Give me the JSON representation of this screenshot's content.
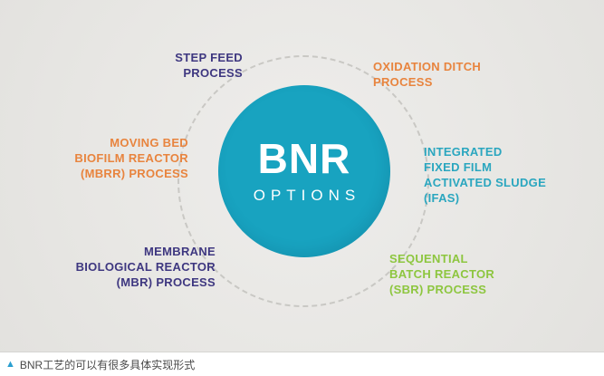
{
  "center": {
    "title": "BNR",
    "subtitle": "OPTIONS",
    "circle_color": "#18a3c0"
  },
  "items": [
    {
      "id": "step-feed",
      "label": "STEP FEED\nPROCESS",
      "color": "#3e3780"
    },
    {
      "id": "oxidation-ditch",
      "label": "OXIDATION DITCH\nPROCESS",
      "color": "#e8843e"
    },
    {
      "id": "mbbr",
      "label": "MOVING BED\nBIOFILM REACTOR\n(MBRR) PROCESS",
      "color": "#e8843e"
    },
    {
      "id": "ifas",
      "label": "INTEGRATED\nFIXED FILM\nACTIVATED SLUDGE\n(IFAS)",
      "color": "#2aa6bf"
    },
    {
      "id": "mbr",
      "label": "MEMBRANE\nBIOLOGICAL REACTOR\n(MBR) PROCESS",
      "color": "#3e3780"
    },
    {
      "id": "sbr",
      "label": "SEQUENTIAL\nBATCH REACTOR\n(SBR) PROCESS",
      "color": "#8dc63f"
    }
  ],
  "caption": {
    "marker": "▲",
    "marker_color": "#2a9fd0",
    "text": "BNR工艺的可以有很多具体实现形式"
  }
}
